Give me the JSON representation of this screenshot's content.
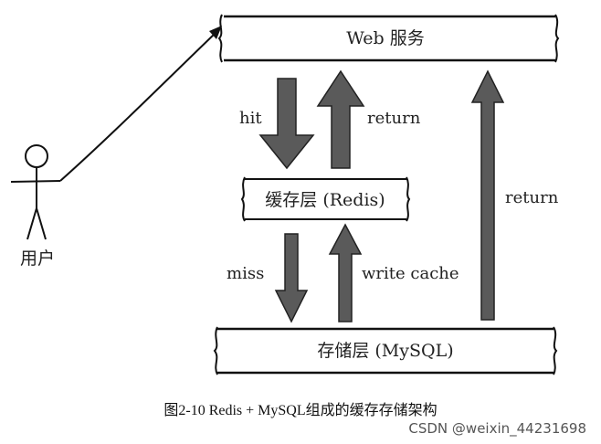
{
  "diagram": {
    "nodes": {
      "web_service": "Web 服务",
      "cache_layer": "缓存层 (Redis)",
      "storage_layer": "存储层 (MySQL)",
      "user": "用户"
    },
    "edges": {
      "hit": "hit",
      "return_top": "return",
      "miss": "miss",
      "write_cache": "write cache",
      "return_right": "return"
    },
    "caption": "图2-10 Redis + MySQL组成的缓存存储架构"
  },
  "watermark": "CSDN @weixin_44231698",
  "colors": {
    "arrow_fill": "#555555",
    "arrow_fill_dark": "#4a4a4a",
    "line": "#111111"
  }
}
